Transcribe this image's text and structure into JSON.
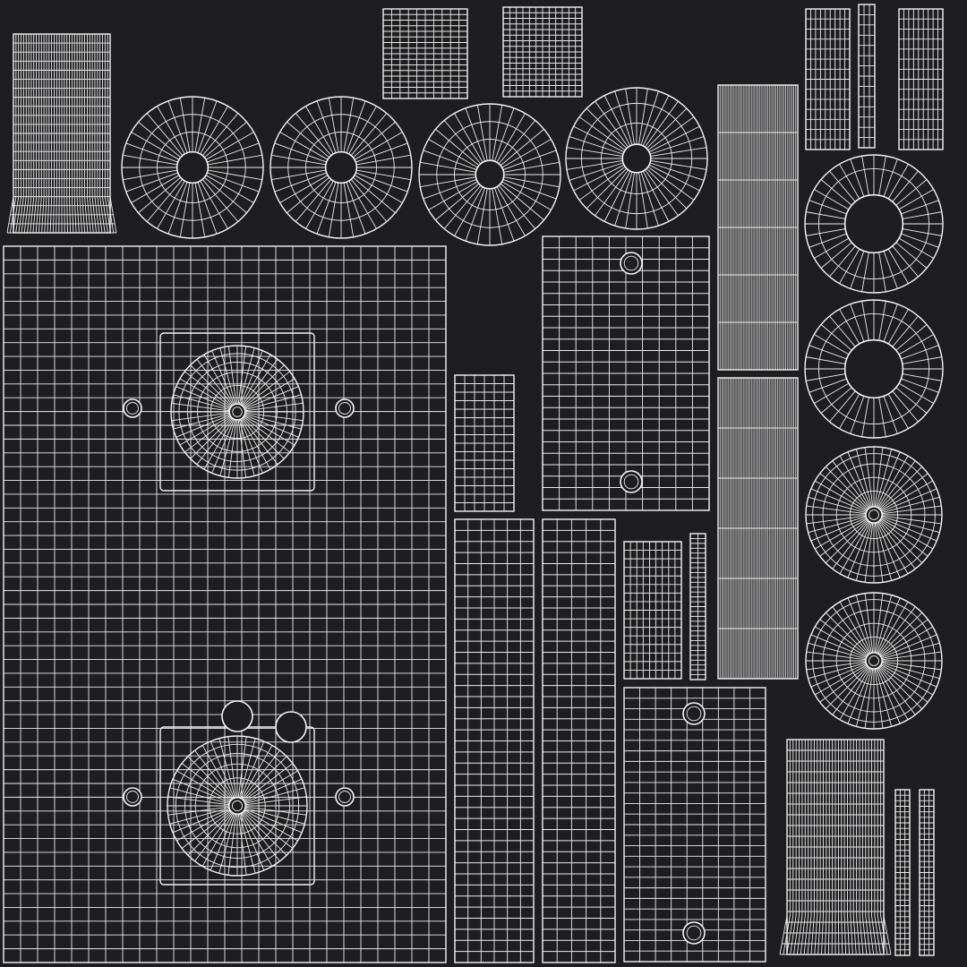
{
  "canvas": {
    "background": "#1e1e20",
    "wire_color": "#ececec"
  },
  "islands": {
    "grids": [
      {
        "name": "top-left-skirt-island",
        "cols": 38,
        "rows": 22
      },
      {
        "name": "top-grid-island-a",
        "cols": 10,
        "rows": 16
      },
      {
        "name": "top-grid-island-b",
        "cols": 12,
        "rows": 16
      },
      {
        "name": "top-right-grid-island-a",
        "cols": 9,
        "rows": 14
      },
      {
        "name": "top-right-strip-island",
        "cols": 3,
        "rows": 14
      },
      {
        "name": "top-right-grid-island-b",
        "cols": 9,
        "rows": 14
      },
      {
        "name": "tall-strip-island-upper",
        "cols": 40,
        "rows": 6
      },
      {
        "name": "tall-strip-island-lower",
        "cols": 40,
        "rows": 6
      },
      {
        "name": "main-panel-island",
        "cols": 26,
        "rows": 52
      },
      {
        "name": "small-grid-island",
        "cols": 6,
        "rows": 16
      },
      {
        "name": "plate-island-upper",
        "cols": 10,
        "rows": 24
      },
      {
        "name": "column-island-a",
        "cols": 6,
        "rows": 40
      },
      {
        "name": "column-island-b",
        "cols": 5,
        "rows": 40
      },
      {
        "name": "grid-island-mid",
        "cols": 9,
        "rows": 16
      },
      {
        "name": "thin-strip-island",
        "cols": 2,
        "rows": 30
      },
      {
        "name": "plate-island-lower",
        "cols": 9,
        "rows": 26
      },
      {
        "name": "bottom-skirt-island",
        "cols": 32,
        "rows": 20
      },
      {
        "name": "bottom-strip-island-a",
        "cols": 3,
        "rows": 30
      },
      {
        "name": "bottom-strip-island-b",
        "cols": 3,
        "rows": 30
      }
    ],
    "discs": [
      {
        "name": "disc-island",
        "spokes": 36,
        "hub": 0.22
      },
      {
        "name": "disc-island",
        "spokes": 36,
        "hub": 0.22
      },
      {
        "name": "disc-island",
        "spokes": 36,
        "hub": 0.2
      },
      {
        "name": "disc-island",
        "spokes": 40,
        "hub": 0.2
      },
      {
        "name": "disc-island",
        "spokes": 36,
        "hub": 0.42
      },
      {
        "name": "disc-island",
        "spokes": 36,
        "hub": 0.42
      },
      {
        "name": "speaker-disc-island",
        "spokes": 48,
        "hub": 0.12
      },
      {
        "name": "speaker-disc-island",
        "spokes": 48,
        "hub": 0.12
      }
    ]
  }
}
